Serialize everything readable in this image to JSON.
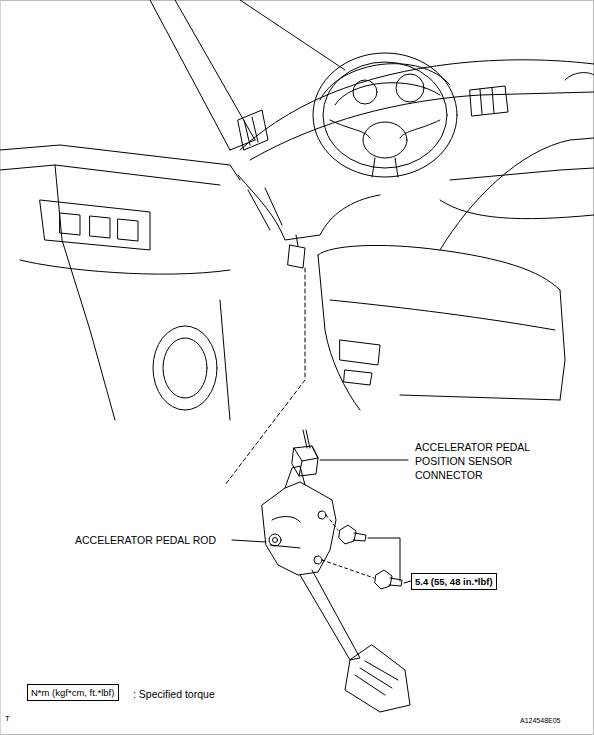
{
  "diagram": {
    "nodes": [
      {
        "text": [
          "5.4 (55, 48 in.*lbf)"
        ]
      },
      {
        "text": [
          "N*m (kgf*cm, ft.*lbf)"
        ]
      }
    ],
    "edges": [],
    "labels": [
      "ACCELERATOR PEDAL POSITION SENSOR CONNECTOR",
      "ACCELERATOR PEDAL ROD",
      ": Specified torque",
      "T",
      "A124548E05"
    ]
  }
}
